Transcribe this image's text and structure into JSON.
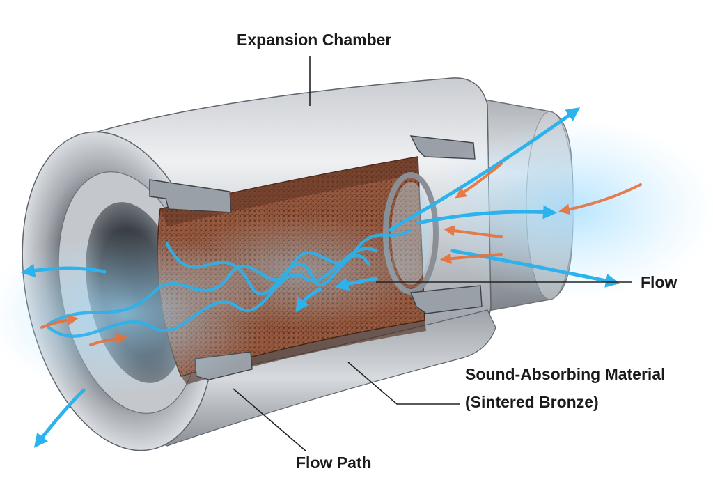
{
  "labels": {
    "expansion_chamber": "Expansion Chamber",
    "flow": "Flow",
    "sound_absorbing": "Sound-Absorbing Material",
    "sintered_bronze": "(Sintered Bronze)",
    "flow_path": "Flow Path"
  },
  "colors": {
    "steel_light": "#e4e6ea",
    "steel_mid": "#b4b8be",
    "steel_dark": "#6f747b",
    "bronze": "#8a4f36",
    "bronze_dark": "#5e3322",
    "flow_blue": "#2cb2ec",
    "flow_orange": "#e8703a",
    "leader_line": "#222222"
  }
}
